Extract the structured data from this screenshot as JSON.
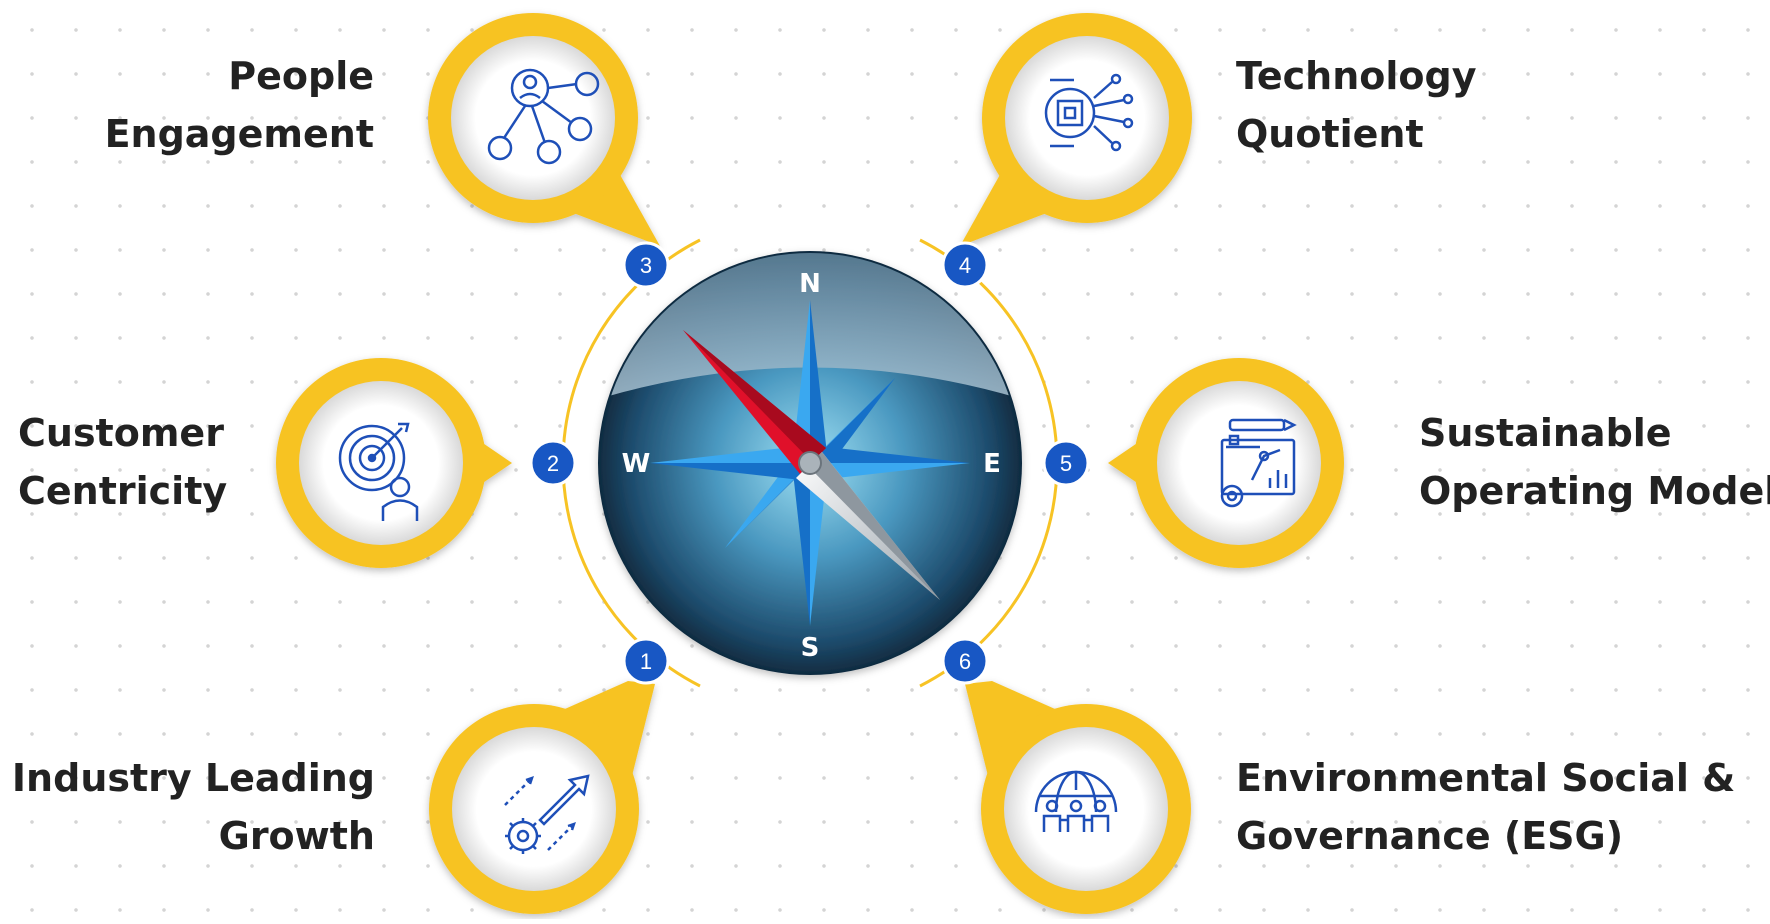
{
  "compass": {
    "north": "N",
    "south": "S",
    "east": "E",
    "west": "W"
  },
  "items": [
    {
      "number": "1",
      "line1": "Industry Leading",
      "line2": "Growth",
      "icon": "growth-gear-arrows-icon"
    },
    {
      "number": "2",
      "line1": "Customer",
      "line2": "Centricity",
      "icon": "target-person-icon"
    },
    {
      "number": "3",
      "line1": "People",
      "line2": "Engagement",
      "icon": "people-network-icon"
    },
    {
      "number": "4",
      "line1": "Technology",
      "line2": "Quotient",
      "icon": "circuit-chip-icon"
    },
    {
      "number": "5",
      "line1": "Sustainable",
      "line2": "Operating Model",
      "icon": "robot-arm-chart-icon"
    },
    {
      "number": "6",
      "line1": "Environmental Social &",
      "line2": "Governance (ESG)",
      "icon": "globe-team-icon"
    }
  ],
  "colors": {
    "accent": "#F7C324",
    "badge": "#1857C4",
    "icon": "#1E4FB8",
    "text": "#222222",
    "compass_dark": "#163F5C",
    "needle_red": "#E0102A",
    "star_blue": "#1E90E8"
  }
}
